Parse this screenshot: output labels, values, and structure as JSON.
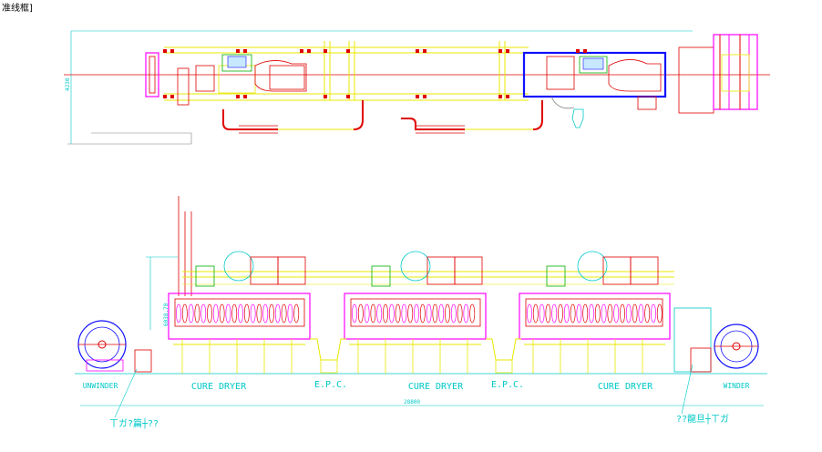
{
  "corner_label": "准线框]",
  "plan_view": {
    "dim_left": "4230"
  },
  "elevation": {
    "dim_height": "6038.70",
    "dim_total": "28800",
    "labels": {
      "unwinder": "UNWINDER",
      "cure_dryer_1": "CURE DRYER",
      "epc_1": "E.P.C.",
      "cure_dryer_2": "CURE DRYER",
      "epc_2": "E.P.C.",
      "cure_dryer_3": "CURE DRYER",
      "winder": "WINDER"
    },
    "notes": {
      "left": "ㄒガ?篇┼??",
      "right": "??龍旦┼ㄒガ"
    }
  },
  "colors": {
    "line_red": "#e00000",
    "line_yellow": "#e8e800",
    "line_magenta": "#ff00ff",
    "line_blue": "#1010ff",
    "line_green": "#00b000",
    "line_cyan": "#00c8c8",
    "line_gray": "#808080"
  }
}
